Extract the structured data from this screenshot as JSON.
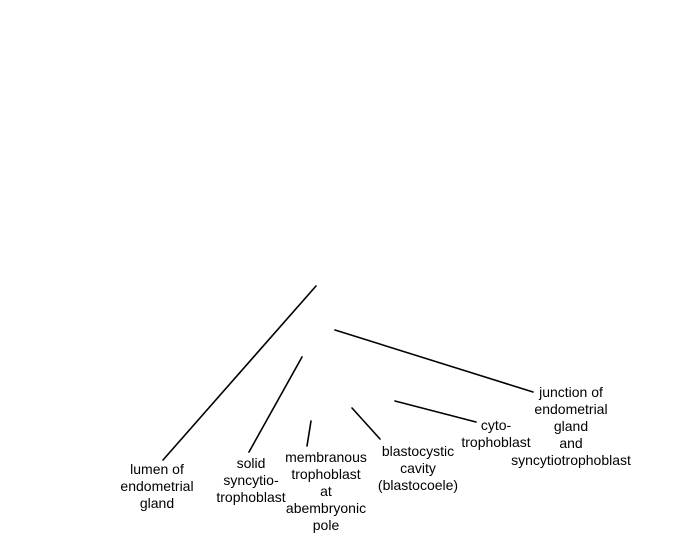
{
  "labels": {
    "lumen": "lumen of\nendometrial\ngland",
    "solid_syncytio": "solid\nsyncytio-\ntrophoblast",
    "membranous": "membranous\ntrophoblast\nat\nabembryonic\npole",
    "blastocystic": "blastocystic\ncavity\n(blastocoele)",
    "cyto": "cyto-\ntrophoblast",
    "junction": "junction of\nendometrial\ngland\nand\nsyncytiotrophoblast"
  },
  "colors": {
    "line": "#000000",
    "text": "#000000",
    "background": "#ffffff"
  }
}
